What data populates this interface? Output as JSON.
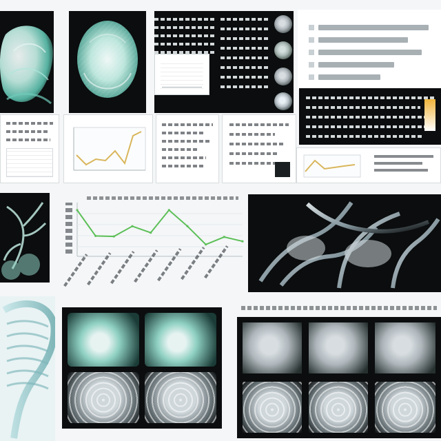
{
  "page": {
    "background": "#f4f6f7",
    "accent_teal": "#3fb79a",
    "ink_dark": "#0b0d0e"
  },
  "chart_data": {
    "type": "line",
    "title": "",
    "xlabel": "",
    "ylabel": "",
    "series": [
      {
        "name": "",
        "color": "#5bbf56",
        "values": [
          0.86,
          0.38,
          0.37,
          0.56,
          0.44,
          0.86,
          0.56,
          0.22,
          0.36,
          0.28
        ]
      }
    ],
    "ylim": [
      0,
      1
    ]
  },
  "graphics": {
    "panels": [
      {
        "id": "top-left-3d-organ"
      },
      {
        "id": "top-center-ct-slice"
      },
      {
        "id": "top-text-thumbnails"
      },
      {
        "id": "top-right-bar-chart"
      },
      {
        "id": "middle-report-pages"
      },
      {
        "id": "middle-right-black-page"
      },
      {
        "id": "left-bronchial-model"
      },
      {
        "id": "center-line-chart"
      },
      {
        "id": "right-anatomy-render"
      },
      {
        "id": "bottom-left-ribcage"
      },
      {
        "id": "bottom-center-4-slice-grid"
      },
      {
        "id": "bottom-right-6-slice-grid"
      }
    ]
  }
}
